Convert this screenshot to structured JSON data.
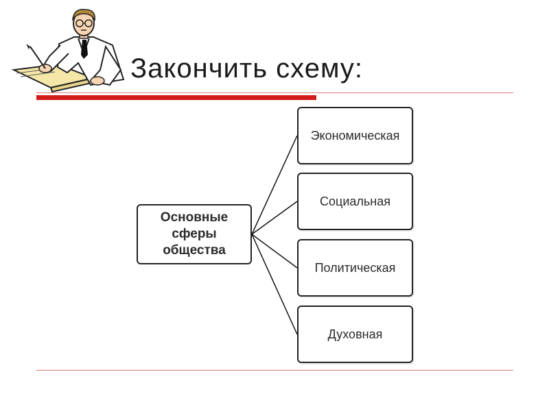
{
  "slide": {
    "title": "Закончить схему:",
    "accent_color": "#d11a1a",
    "thin_rule_color": "#e47a7a",
    "clipart_icon": "writing-scholar-icon"
  },
  "diagram": {
    "root": {
      "lines": [
        "Основные",
        "сферы",
        "общества"
      ]
    },
    "children": [
      {
        "label": "Экономическая"
      },
      {
        "label": "Социальная"
      },
      {
        "label": "Политическая"
      },
      {
        "label": "Духовная"
      }
    ]
  }
}
